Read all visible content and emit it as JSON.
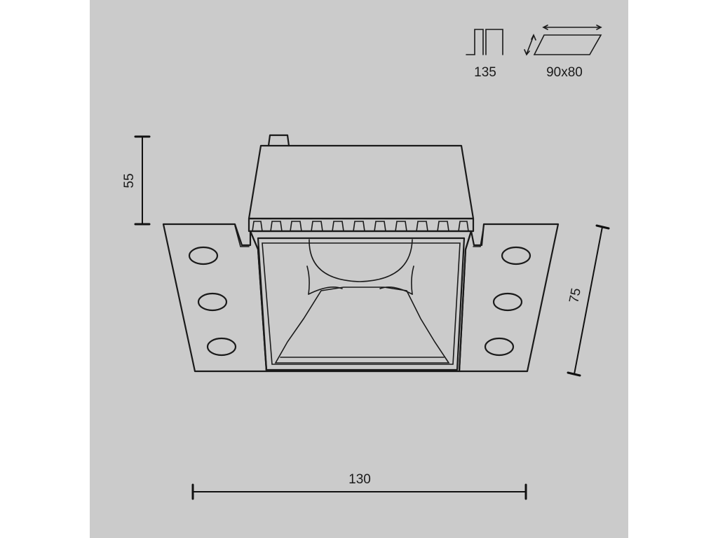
{
  "specs": {
    "cutout_depth": "135",
    "cutout_size": "90x80"
  },
  "dimensions": {
    "height": "55",
    "width": "130",
    "depth": "75"
  },
  "colors": {
    "background": "#cbcbcb",
    "line": "#1a1a1a"
  }
}
